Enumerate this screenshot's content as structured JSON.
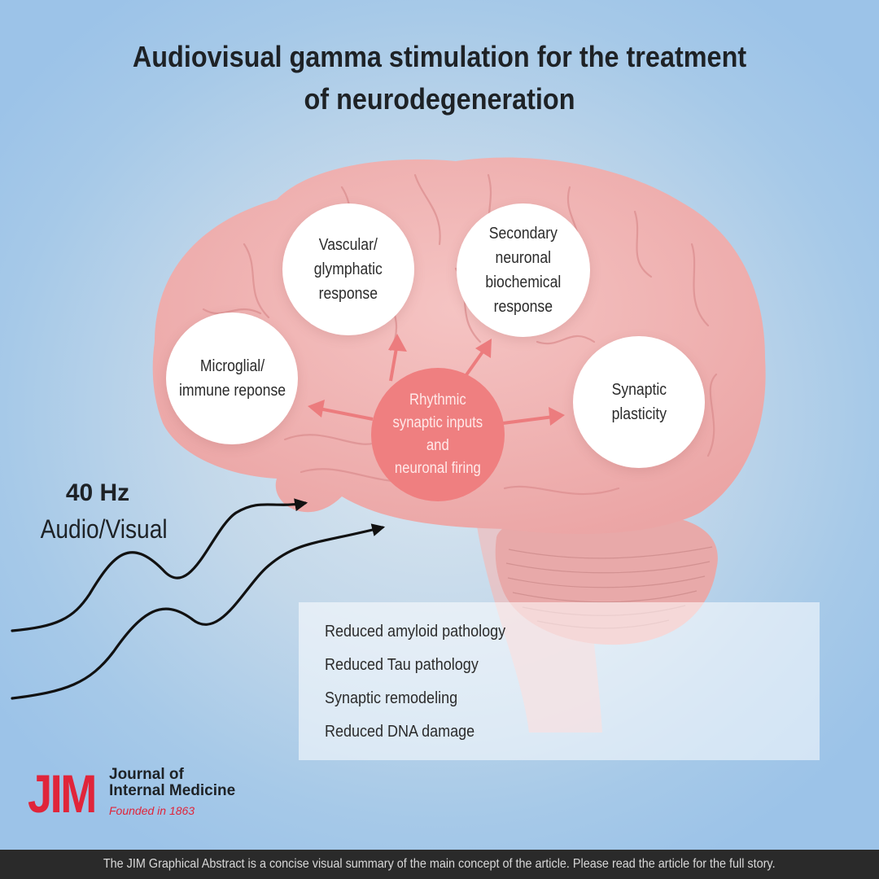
{
  "title": {
    "line1": "Audiovisual gamma stimulation for the treatment",
    "line2": "of neurodegeneration"
  },
  "stimulus": {
    "frequency": "40 Hz",
    "modality": "Audio/Visual"
  },
  "center_node": {
    "lines": [
      "Rhythmic",
      "synaptic inputs",
      "and",
      "neuronal firing"
    ]
  },
  "response_nodes": [
    {
      "id": "microglial",
      "lines": [
        "Microglial/",
        "immune reponse"
      ]
    },
    {
      "id": "vascular",
      "lines": [
        "Vascular/",
        "glymphatic",
        "response"
      ]
    },
    {
      "id": "secondary",
      "lines": [
        "Secondary",
        "neuronal",
        "biochemical",
        "response"
      ]
    },
    {
      "id": "synaptic",
      "lines": [
        "Synaptic",
        "plasticity"
      ]
    }
  ],
  "outcomes": [
    "Reduced amyloid pathology",
    "Reduced Tau pathology",
    "Synaptic remodeling",
    "Reduced DNA damage"
  ],
  "logo": {
    "mark": "JIM",
    "name_line1": "Journal of",
    "name_line2": "Internal Medicine",
    "founded": "Founded in 1863"
  },
  "footer": "The JIM Graphical Abstract is a concise visual summary of the main concept of the article. Please read the article for the full story.",
  "colors": {
    "brain": "#f2b6b6",
    "center_node": "#ef7f80",
    "arrow": "#ec7c7e",
    "brand": "#e0253a"
  }
}
